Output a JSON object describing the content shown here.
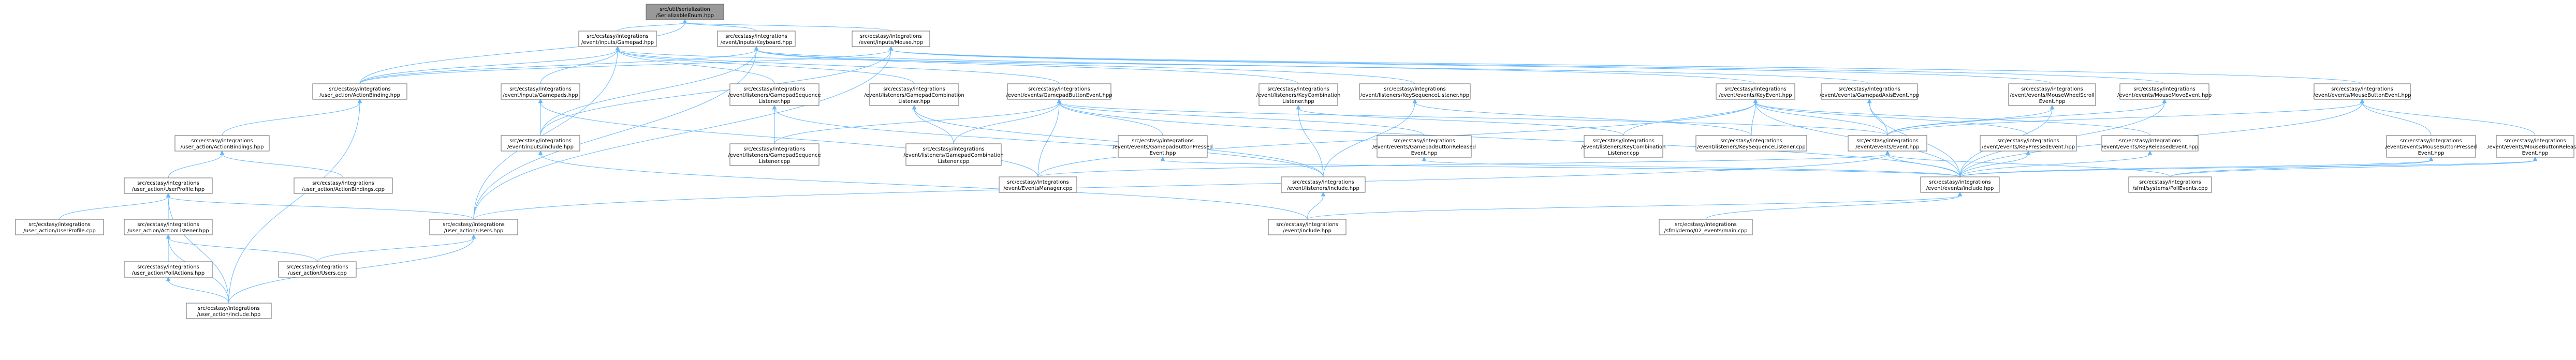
{
  "diagram": {
    "colors": {
      "edge": "#63b8ff",
      "node_fill": "#ffffff",
      "root_fill": "#999999",
      "border": "#666666",
      "text": "#000000"
    },
    "nodes": [
      {
        "id": "root",
        "lines": [
          "src/util/serialization",
          "/SerializableEnum.hpp"
        ],
        "root": true
      },
      {
        "id": "gamepad",
        "lines": [
          "src/ecstasy/integrations",
          "/event/inputs/Gamepad.hpp"
        ]
      },
      {
        "id": "keyboard",
        "lines": [
          "src/ecstasy/integrations",
          "/event/inputs/Keyboard.hpp"
        ]
      },
      {
        "id": "mouse",
        "lines": [
          "src/ecstasy/integrations",
          "/event/inputs/Mouse.hpp"
        ]
      },
      {
        "id": "actionbinding",
        "lines": [
          "src/ecstasy/integrations",
          "/user_action/ActionBinding.hpp"
        ]
      },
      {
        "id": "gamepads",
        "lines": [
          "src/ecstasy/integrations",
          "/event/inputs/Gamepads.hpp"
        ]
      },
      {
        "id": "gpseqlistener",
        "lines": [
          "src/ecstasy/integrations",
          "/event/listeners/GamepadSequence",
          "Listener.hpp"
        ]
      },
      {
        "id": "gpcomblistener",
        "lines": [
          "src/ecstasy/integrations",
          "/event/listeners/GamepadCombination",
          "Listener.hpp"
        ]
      },
      {
        "id": "gpbuttonevent",
        "lines": [
          "src/ecstasy/integrations",
          "/event/events/GamepadButtonEvent.hpp"
        ]
      },
      {
        "id": "keycomblistener",
        "lines": [
          "src/ecstasy/integrations",
          "/event/listeners/KeyCombination",
          "Listener.hpp"
        ]
      },
      {
        "id": "keyseqlistener",
        "lines": [
          "src/ecstasy/integrations",
          "/event/listeners/KeySequenceListener.hpp"
        ]
      },
      {
        "id": "keyevent",
        "lines": [
          "src/ecstasy/integrations",
          "/event/events/KeyEvent.hpp"
        ]
      },
      {
        "id": "gpaxisevent",
        "lines": [
          "src/ecstasy/integrations",
          "/event/events/GamepadAxisEvent.hpp"
        ]
      },
      {
        "id": "mousewheel",
        "lines": [
          "src/ecstasy/integrations",
          "/event/events/MouseWheelScroll",
          "Event.hpp"
        ]
      },
      {
        "id": "mousemove",
        "lines": [
          "src/ecstasy/integrations",
          "/event/events/MouseMoveEvent.hpp"
        ]
      },
      {
        "id": "mousebuttonevent",
        "lines": [
          "src/ecstasy/integrations",
          "/event/events/MouseButtonEvent.hpp"
        ]
      },
      {
        "id": "actionbindings",
        "lines": [
          "src/ecstasy/integrations",
          "/user_action/ActionBindings.hpp"
        ]
      },
      {
        "id": "inputsinclude",
        "lines": [
          "src/ecstasy/integrations",
          "/event/inputs/include.hpp"
        ]
      },
      {
        "id": "gpseqlistenercpp",
        "lines": [
          "src/ecstasy/integrations",
          "/event/listeners/GamepadSequence",
          "Listener.cpp"
        ]
      },
      {
        "id": "gpcomblistenercpp",
        "lines": [
          "src/ecstasy/integrations",
          "/event/listeners/GamepadCombination",
          "Listener.cpp"
        ]
      },
      {
        "id": "gpbtnpressed",
        "lines": [
          "src/ecstasy/integrations",
          "/event/events/GamepadButtonPressed",
          "Event.hpp"
        ]
      },
      {
        "id": "gpbtnreleased",
        "lines": [
          "src/ecstasy/integrations",
          "/event/events/GamepadButtonReleased",
          "Event.hpp"
        ]
      },
      {
        "id": "keycomblistenercpp",
        "lines": [
          "src/ecstasy/integrations",
          "/event/listeners/KeyCombination",
          "Listener.cpp"
        ]
      },
      {
        "id": "keyseqlistenercpp",
        "lines": [
          "src/ecstasy/integrations",
          "/event/listeners/KeySequenceListener.cpp"
        ]
      },
      {
        "id": "eventhpp",
        "lines": [
          "src/ecstasy/integrations",
          "/event/events/Event.hpp"
        ]
      },
      {
        "id": "keypressed",
        "lines": [
          "src/ecstasy/integrations",
          "/event/events/KeyPressedEvent.hpp"
        ]
      },
      {
        "id": "keyreleased",
        "lines": [
          "src/ecstasy/integrations",
          "/event/events/KeyReleasedEvent.hpp"
        ]
      },
      {
        "id": "mousebtnpressed",
        "lines": [
          "src/ecstasy/integrations",
          "/event/events/MouseButtonPressed",
          "Event.hpp"
        ]
      },
      {
        "id": "mousebtnreleased",
        "lines": [
          "src/ecstasy/integrations",
          "/event/events/MouseButtonReleased",
          "Event.hpp"
        ]
      },
      {
        "id": "userprofile",
        "lines": [
          "src/ecstasy/integrations",
          "/user_action/UserProfile.hpp"
        ]
      },
      {
        "id": "actionbindingscpp",
        "lines": [
          "src/ecstasy/integrations",
          "/user_action/ActionBindings.cpp"
        ]
      },
      {
        "id": "eventsmanager",
        "lines": [
          "src/ecstasy/integrations",
          "/event/EventsManager.cpp"
        ]
      },
      {
        "id": "listenersinclude",
        "lines": [
          "src/ecstasy/integrations",
          "/event/listeners/include.hpp"
        ]
      },
      {
        "id": "eventsinclude",
        "lines": [
          "src/ecstasy/integrations",
          "/event/events/include.hpp"
        ]
      },
      {
        "id": "pollevents",
        "lines": [
          "src/ecstasy/integrations",
          "/sfml/systems/PollEvents.cpp"
        ]
      },
      {
        "id": "userprofilecpp",
        "lines": [
          "src/ecstasy/integrations",
          "/user_action/UserProfile.cpp"
        ]
      },
      {
        "id": "actionlistener",
        "lines": [
          "src/ecstasy/integrations",
          "/user_action/ActionListener.hpp"
        ]
      },
      {
        "id": "users",
        "lines": [
          "src/ecstasy/integrations",
          "/user_action/Users.hpp"
        ]
      },
      {
        "id": "eventinclude",
        "lines": [
          "src/ecstasy/integrations",
          "/event/include.hpp"
        ]
      },
      {
        "id": "sfmlmain",
        "lines": [
          "src/ecstasy/integrations",
          "/sfml/demo/02_events/main.cpp"
        ]
      },
      {
        "id": "pollactions",
        "lines": [
          "src/ecstasy/integrations",
          "/user_action/PollActions.hpp"
        ]
      },
      {
        "id": "userscpp",
        "lines": [
          "src/ecstasy/integrations",
          "/user_action/Users.cpp"
        ]
      },
      {
        "id": "uainclude",
        "lines": [
          "src/ecstasy/integrations",
          "/user_action/include.hpp"
        ]
      }
    ],
    "edges": [
      [
        "root",
        "gamepad"
      ],
      [
        "root",
        "keyboard"
      ],
      [
        "root",
        "mouse"
      ],
      [
        "root",
        "actionbinding"
      ],
      [
        "gamepad",
        "actionbinding"
      ],
      [
        "gamepad",
        "gamepads"
      ],
      [
        "gamepad",
        "gpseqlistener"
      ],
      [
        "gamepad",
        "gpcomblistener"
      ],
      [
        "gamepad",
        "gpbuttonevent"
      ],
      [
        "gamepad",
        "users"
      ],
      [
        "gamepad",
        "gpaxisevent"
      ],
      [
        "keyboard",
        "actionbinding"
      ],
      [
        "keyboard",
        "keycomblistener"
      ],
      [
        "keyboard",
        "keyseqlistener"
      ],
      [
        "keyboard",
        "keyevent"
      ],
      [
        "keyboard",
        "inputsinclude"
      ],
      [
        "keyboard",
        "users"
      ],
      [
        "mouse",
        "actionbinding"
      ],
      [
        "mouse",
        "mousebuttonevent"
      ],
      [
        "mouse",
        "mousemove"
      ],
      [
        "mouse",
        "mousewheel"
      ],
      [
        "mouse",
        "inputsinclude"
      ],
      [
        "mouse",
        "users"
      ],
      [
        "actionbinding",
        "actionbindings"
      ],
      [
        "actionbinding",
        "uainclude"
      ],
      [
        "gamepads",
        "inputsinclude"
      ],
      [
        "gamepads",
        "eventsmanager"
      ],
      [
        "gpseqlistener",
        "gpseqlistenercpp"
      ],
      [
        "gpseqlistener",
        "listenersinclude"
      ],
      [
        "gpcomblistener",
        "gpcomblistenercpp"
      ],
      [
        "gpcomblistener",
        "listenersinclude"
      ],
      [
        "gpbuttonevent",
        "gpbtnpressed"
      ],
      [
        "gpbuttonevent",
        "gpbtnreleased"
      ],
      [
        "gpbuttonevent",
        "eventhpp"
      ],
      [
        "gpbuttonevent",
        "eventsmanager"
      ],
      [
        "gpbuttonevent",
        "gpseqlistenercpp"
      ],
      [
        "gpbuttonevent",
        "gpcomblistenercpp"
      ],
      [
        "gpbuttonevent",
        "eventsinclude"
      ],
      [
        "keycomblistener",
        "keycomblistenercpp"
      ],
      [
        "keycomblistener",
        "listenersinclude"
      ],
      [
        "keyseqlistener",
        "keyseqlistenercpp"
      ],
      [
        "keyseqlistener",
        "listenersinclude"
      ],
      [
        "keyevent",
        "keypressed"
      ],
      [
        "keyevent",
        "keyreleased"
      ],
      [
        "keyevent",
        "eventhpp"
      ],
      [
        "keyevent",
        "keycomblistenercpp"
      ],
      [
        "keyevent",
        "keyseqlistenercpp"
      ],
      [
        "keyevent",
        "eventsmanager"
      ],
      [
        "keyevent",
        "eventsinclude"
      ],
      [
        "gpaxisevent",
        "eventhpp"
      ],
      [
        "gpaxisevent",
        "eventsinclude"
      ],
      [
        "mousewheel",
        "eventhpp"
      ],
      [
        "mousewheel",
        "eventsinclude"
      ],
      [
        "mousemove",
        "eventhpp"
      ],
      [
        "mousemove",
        "eventsinclude"
      ],
      [
        "mousebuttonevent",
        "mousebtnpressed"
      ],
      [
        "mousebuttonevent",
        "mousebtnreleased"
      ],
      [
        "mousebuttonevent",
        "eventhpp"
      ],
      [
        "mousebuttonevent",
        "eventsinclude"
      ],
      [
        "actionbindings",
        "userprofile"
      ],
      [
        "actionbindings",
        "actionbindingscpp"
      ],
      [
        "inputsinclude",
        "eventinclude"
      ],
      [
        "gpbtnpressed",
        "eventsinclude"
      ],
      [
        "gpbtnreleased",
        "eventsinclude"
      ],
      [
        "eventhpp",
        "eventsinclude"
      ],
      [
        "eventhpp",
        "eventsmanager"
      ],
      [
        "eventhpp",
        "pollevents"
      ],
      [
        "eventhpp",
        "users"
      ],
      [
        "keypressed",
        "eventsinclude"
      ],
      [
        "keyreleased",
        "eventsinclude"
      ],
      [
        "mousebtnpressed",
        "eventsinclude"
      ],
      [
        "mousebtnreleased",
        "eventsinclude"
      ],
      [
        "mousebtnpressed",
        "pollevents"
      ],
      [
        "mousebtnreleased",
        "pollevents"
      ],
      [
        "userprofile",
        "userprofilecpp"
      ],
      [
        "userprofile",
        "actionlistener"
      ],
      [
        "userprofile",
        "users"
      ],
      [
        "userprofile",
        "uainclude"
      ],
      [
        "listenersinclude",
        "eventinclude"
      ],
      [
        "eventsinclude",
        "eventinclude"
      ],
      [
        "eventsinclude",
        "sfmlmain"
      ],
      [
        "actionlistener",
        "pollactions"
      ],
      [
        "actionlistener",
        "userscpp"
      ],
      [
        "actionlistener",
        "uainclude"
      ],
      [
        "users",
        "userscpp"
      ],
      [
        "users",
        "uainclude"
      ],
      [
        "pollactions",
        "uainclude"
      ]
    ]
  }
}
